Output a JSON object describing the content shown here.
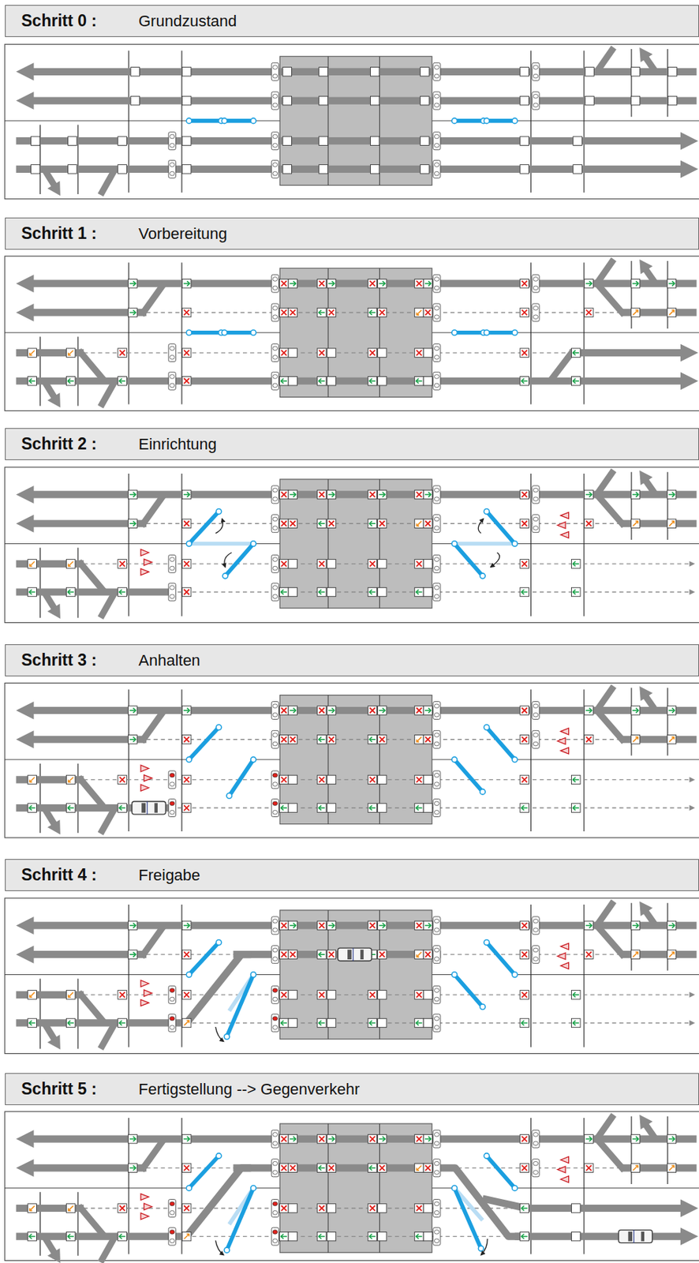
{
  "diagram": {
    "nodes": [
      {
        "text": [
          "Schritt 0 :",
          "Grundzustand"
        ]
      },
      {
        "text": [
          "Schritt 1 :",
          "Vorbereitung"
        ]
      },
      {
        "text": [
          "Schritt 2 :",
          "Einrichtung"
        ]
      },
      {
        "text": [
          "Schritt 3 :",
          "Anhalten"
        ]
      },
      {
        "text": [
          "Schritt 4 :",
          "Freigabe"
        ]
      },
      {
        "text": [
          "Schritt 5 :",
          "Fertigstellung --> Gegenverkehr"
        ]
      }
    ]
  }
}
